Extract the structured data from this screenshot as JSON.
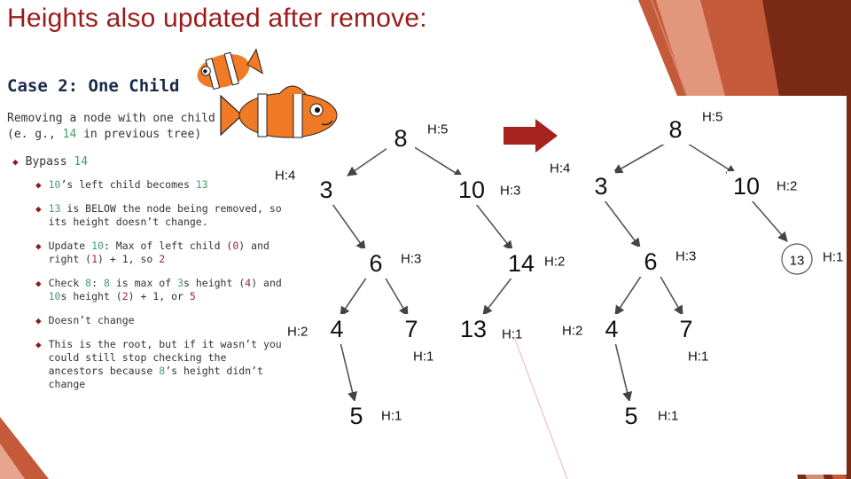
{
  "slide": {
    "title": "Heights also updated after remove:",
    "subtitle": "Case 2: One Child",
    "intro_line1": "Removing a node with one child",
    "intro_line2_pre": " (e. g., ",
    "intro_line2_hl": "14",
    "intro_line2_post": " in previous tree)"
  },
  "bullets": {
    "bypass_pre": "Bypass ",
    "bypass_hl": "14",
    "s1_hl1": "10",
    "s1_rest": "’s left child becomes ",
    "s1_hl2": "13",
    "s2_hl": "13",
    "s2_rest": " is BELOW the node being removed, so its height doesn’t change.",
    "s3_pre": "Update ",
    "s3_hl": "10",
    "s3_mid1": ": Max of left child (",
    "s3_v1": "0",
    "s3_mid2": ") and right (",
    "s3_v2": "1",
    "s3_mid3": ") + 1, so ",
    "s3_v3": "2",
    "s4_pre": "Check ",
    "s4_hl1": "8",
    "s4_mid1": ": ",
    "s4_hl2": "8",
    "s4_mid2": " is max of ",
    "s4_hl3": "3",
    "s4_mid3": "s height (",
    "s4_v1": "4",
    "s4_mid4": ") and ",
    "s4_hl4": "10",
    "s4_mid5": "s height (",
    "s4_v2": "2",
    "s4_mid6": ") + 1, or ",
    "s4_v3": "5",
    "s5": "Doesn’t change",
    "s6_pre": "This is the root, but if it wasn’t you could still stop checking the ancestors because ",
    "s6_hl": "8",
    "s6_post": "’s height didn’t change"
  },
  "colors": {
    "title": "#9b1b1b",
    "highlight_green": "#3fa06a",
    "highlight_red": "#a0262a",
    "arrow": "#a6221c",
    "decoration_dark": "#7a2a15",
    "decoration_mid": "#c55a3a"
  },
  "icons": {
    "clownfish": "clownfish-illustration",
    "transition_arrow": "right-arrow-icon",
    "bullet": "diamond-bullet-icon"
  },
  "tree_before": {
    "nodes": {
      "n8": {
        "value": "8",
        "height": "H:5"
      },
      "n3": {
        "value": "3",
        "height": "H:4"
      },
      "n10": {
        "value": "10",
        "height": "H:3"
      },
      "n6": {
        "value": "6",
        "height": "H:3"
      },
      "n14": {
        "value": "14",
        "height": "H:2"
      },
      "n4": {
        "value": "4",
        "height": "H:2"
      },
      "n7": {
        "value": "7",
        "height": "H:1"
      },
      "n13": {
        "value": "13",
        "height": "H:1"
      },
      "n5": {
        "value": "5",
        "height": "H:1"
      }
    }
  },
  "tree_after": {
    "nodes": {
      "n8": {
        "value": "8",
        "height": "H:5"
      },
      "n3": {
        "value": "3",
        "height": "H:4"
      },
      "n10": {
        "value": "10",
        "height": "H:2"
      },
      "n6": {
        "value": "6",
        "height": "H:3"
      },
      "n13": {
        "value": "13",
        "height": "H:1"
      },
      "n4": {
        "value": "4",
        "height": "H:2"
      },
      "n7": {
        "value": "7",
        "height": "H:1"
      },
      "n5": {
        "value": "5",
        "height": "H:1"
      }
    }
  }
}
